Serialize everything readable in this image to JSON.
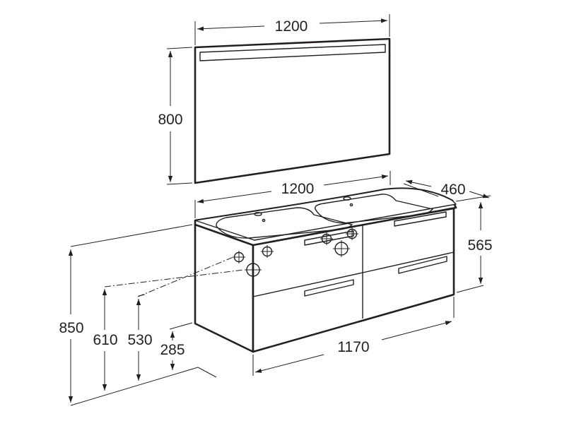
{
  "dimensions": {
    "mirror_width": "1200",
    "mirror_height": "800",
    "basin_width": "1200",
    "depth": "460",
    "cabinet_height": "565",
    "total_height": "850",
    "waste_height": "610",
    "supply_height": "530",
    "cabinet_clearance": "285",
    "cabinet_width": "1170"
  },
  "colors": {
    "line": "#231f20",
    "background": "#ffffff"
  }
}
